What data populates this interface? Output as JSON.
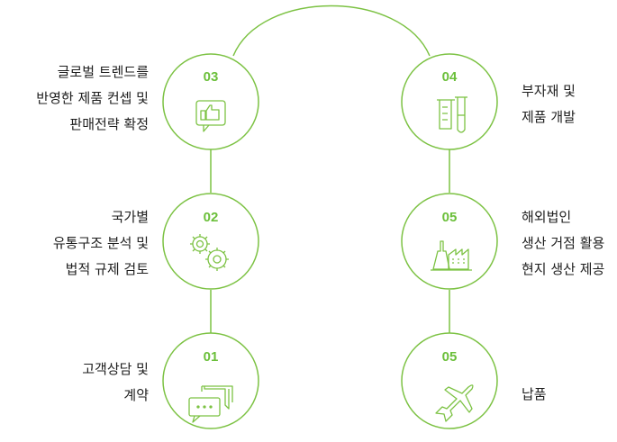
{
  "colors": {
    "accent": "#7cc243",
    "accent_dark": "#6bbf3a",
    "line": "#7cc243",
    "text": "#1e1e1e"
  },
  "steps": [
    {
      "id": "step-01",
      "number": "01",
      "icon": "chat-bubbles-icon",
      "label": [
        "고객상담 및",
        "계약"
      ]
    },
    {
      "id": "step-02",
      "number": "02",
      "icon": "gears-icon",
      "label": [
        "국가별",
        "유통구조 분석 및",
        "법적 규제 검토"
      ]
    },
    {
      "id": "step-03",
      "number": "03",
      "icon": "thumbs-up-icon",
      "label": [
        "글로벌 트렌드를",
        "반영한 제품 컨셉 및",
        "판매전략 확정"
      ]
    },
    {
      "id": "step-04",
      "number": "04",
      "icon": "test-tubes-icon",
      "label": [
        "부자재 및",
        "제품 개발"
      ]
    },
    {
      "id": "step-05a",
      "number": "05",
      "icon": "factory-icon",
      "label": [
        "해외법인",
        "생산 거점 활용",
        "현지 생산 제공"
      ]
    },
    {
      "id": "step-05b",
      "number": "05",
      "icon": "airplane-icon",
      "label": [
        "납품"
      ]
    }
  ]
}
